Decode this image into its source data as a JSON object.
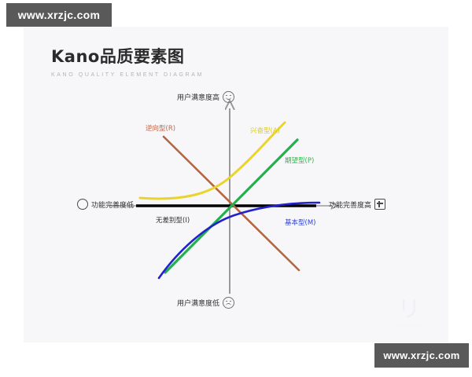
{
  "watermarks": {
    "top": "www.xrzjc.com",
    "bottom": "www.xrzjc.com"
  },
  "slide": {
    "title": "Kano品质要素图",
    "subtitle": "KANO QUALITY ELEMENT DIAGRAM",
    "logo_mark": "リ",
    "logo_name": "Jv-Design"
  },
  "axes": {
    "top_label": "用户满意度高",
    "bottom_label": "用户满意度低",
    "left_label": "功能完善度低",
    "right_label": "功能完善度高",
    "top_icon": "smiley-happy-icon",
    "bottom_icon": "smiley-sad-icon",
    "left_icon": "circle-icon",
    "right_icon": "expand-icon"
  },
  "chart_data": {
    "type": "line",
    "title": "Kano品质要素图",
    "subtitle": "KANO QUALITY ELEMENT DIAGRAM",
    "xlabel_low": "功能完善度低",
    "xlabel_high": "功能完善度高",
    "ylabel_low": "用户满意度低",
    "ylabel_high": "用户满意度高",
    "xlim": [
      -1,
      1
    ],
    "ylim": [
      -1,
      1
    ],
    "grid": false,
    "legend": "inline-annotations",
    "series": [
      {
        "name": "逆向型(R)",
        "code": "R",
        "color": "#b5653f",
        "shape": "straight-descending",
        "points": [
          [
            -0.72,
            0.72
          ],
          [
            0.72,
            -0.72
          ]
        ]
      },
      {
        "name": "兴奋型(A)",
        "code": "A",
        "color": "#ead42b",
        "shape": "convex-rising",
        "points": [
          [
            -0.88,
            -0.1
          ],
          [
            -0.4,
            -0.16
          ],
          [
            0.05,
            0.08
          ],
          [
            0.45,
            0.48
          ],
          [
            0.7,
            0.8
          ]
        ]
      },
      {
        "name": "期望型(P)",
        "code": "P",
        "color": "#22b14c",
        "shape": "straight-ascending",
        "points": [
          [
            -0.7,
            -0.72
          ],
          [
            0.7,
            0.72
          ]
        ]
      },
      {
        "name": "基本型(M)",
        "code": "M",
        "color": "#2222cc",
        "shape": "concave-rising",
        "points": [
          [
            -0.72,
            -0.82
          ],
          [
            -0.45,
            -0.55
          ],
          [
            0.0,
            -0.18
          ],
          [
            0.45,
            -0.02
          ],
          [
            0.8,
            0.02
          ]
        ]
      },
      {
        "name": "无差别型(I)",
        "code": "I",
        "color": "#000000",
        "shape": "horizontal",
        "points": [
          [
            -0.72,
            0.0
          ],
          [
            0.72,
            0.0
          ]
        ]
      }
    ]
  },
  "labels": {
    "reverse": "逆向型(R)",
    "attractive": "兴奋型(A)",
    "performance": "期望型(P)",
    "must_be": "基本型(M)",
    "indifferent": "无差别型(I)"
  },
  "colors": {
    "reverse": "#b5653f",
    "attractive": "#ead42b",
    "performance": "#22b14c",
    "must_be": "#2222cc",
    "indifferent": "#000000",
    "axis": "#9a9a9a",
    "slide_bg": "#f7f7f9",
    "watermark_bg": "#595959"
  }
}
